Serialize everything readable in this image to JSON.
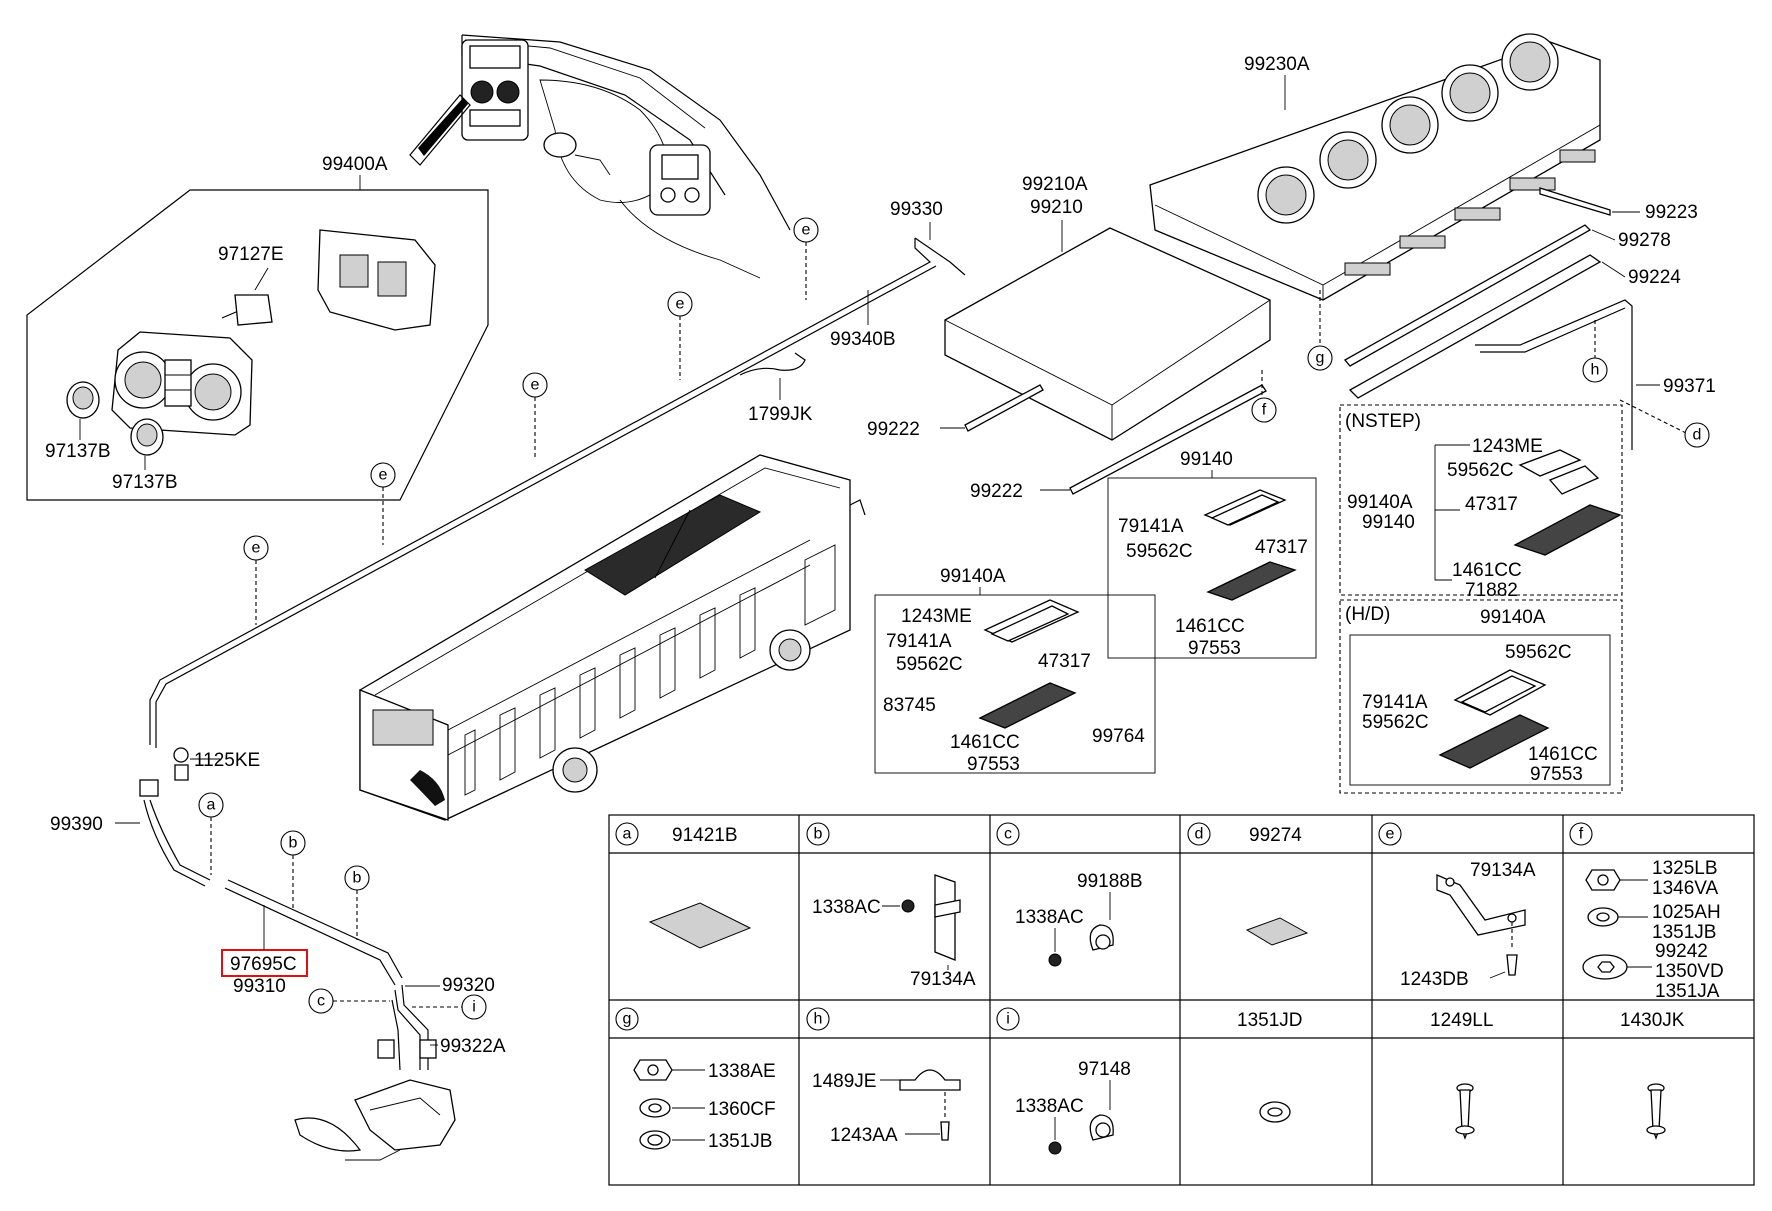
{
  "diagram": {
    "highlight_label": "97695C",
    "top_labels": {
      "controller": "99400A",
      "knob_inner": "97127E",
      "knob_left": "97137B",
      "knob_right": "97137B",
      "roof_unit": "99230A",
      "evap_a": "99210A",
      "evap_b": "99210",
      "pipe_end": "99330",
      "pipe_main": "99340B",
      "harness": "1799JK",
      "strip_1": "99223",
      "strip_2": "99278",
      "strip_3": "99224",
      "rod": "99371",
      "bracket_1": "99222",
      "bracket_2": "99222",
      "clamp_bolt": "1125KE",
      "pipe_left": "99390",
      "hose_1": "97695C",
      "hose_2": "99310",
      "hose_3": "99320",
      "hose_4": "99322A"
    },
    "box_99140": {
      "title": "99140",
      "labels": [
        "79141A",
        "59562C",
        "47317",
        "1461CC",
        "97553"
      ]
    },
    "box_99140A": {
      "title": "99140A",
      "labels": [
        "1243ME",
        "79141A",
        "59562C",
        "47317",
        "83745",
        "1461CC",
        "99764",
        "97553"
      ]
    },
    "box_nstep": {
      "title": "(NSTEP)",
      "labels": [
        "1243ME",
        "59562C",
        "99140A",
        "99140",
        "47317",
        "1461CC",
        "71882"
      ]
    },
    "box_hd": {
      "title": "(H/D)",
      "sub_title": "99140A",
      "labels": [
        "59562C",
        "79141A",
        "59562C",
        "1461CC",
        "97553"
      ]
    },
    "callouts": [
      "a",
      "b",
      "b",
      "c",
      "d",
      "e",
      "e",
      "e",
      "e",
      "e",
      "f",
      "g",
      "h",
      "i"
    ]
  },
  "parts_table": {
    "cells": [
      {
        "letter": "a",
        "code": "91421B",
        "labels": []
      },
      {
        "letter": "b",
        "code": "",
        "labels": [
          "1338AC",
          "79134A"
        ]
      },
      {
        "letter": "c",
        "code": "",
        "labels": [
          "99188B",
          "1338AC"
        ]
      },
      {
        "letter": "d",
        "code": "99274",
        "labels": []
      },
      {
        "letter": "e",
        "code": "",
        "labels": [
          "79134A",
          "1243DB"
        ]
      },
      {
        "letter": "f",
        "code": "",
        "labels": [
          "1325LB",
          "1346VA",
          "1025AH",
          "1351JB",
          "99242",
          "1350VD",
          "1351JA"
        ]
      },
      {
        "letter": "g",
        "code": "",
        "labels": [
          "1338AE",
          "1360CF",
          "1351JB"
        ]
      },
      {
        "letter": "h",
        "code": "",
        "labels": [
          "1489JE",
          "1243AA"
        ]
      },
      {
        "letter": "i",
        "code": "",
        "labels": [
          "97148",
          "1338AC"
        ]
      },
      {
        "letter": "",
        "code": "1351JD",
        "labels": []
      },
      {
        "letter": "",
        "code": "1249LL",
        "labels": []
      },
      {
        "letter": "",
        "code": "1430JK",
        "labels": []
      }
    ]
  }
}
